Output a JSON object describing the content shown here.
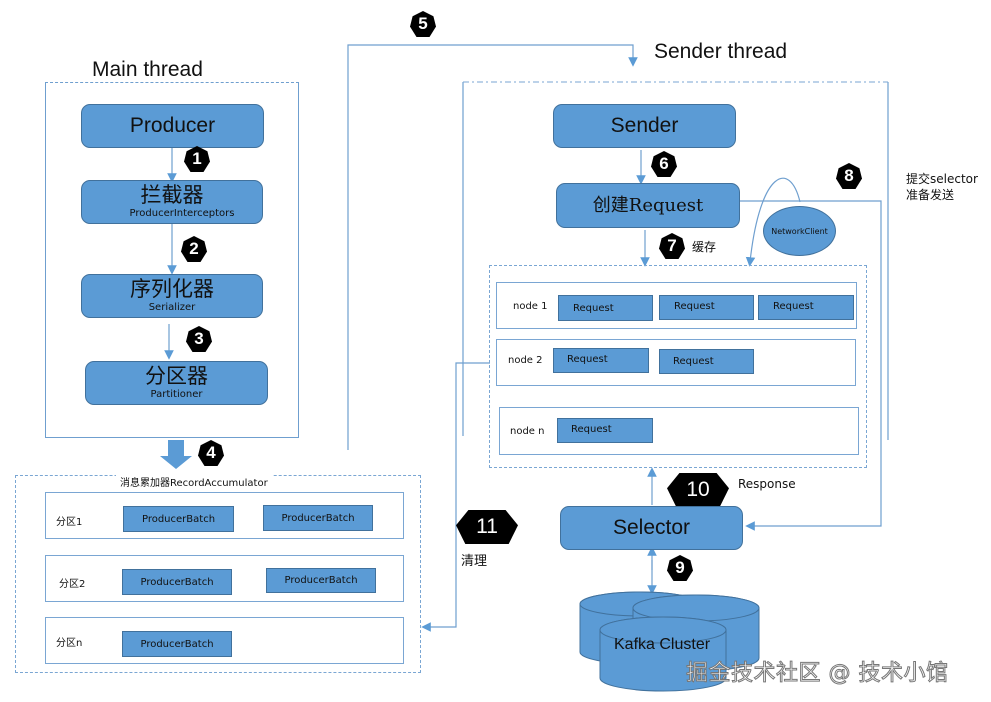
{
  "main_thread": {
    "title": "Main thread",
    "producer": "Producer",
    "interceptor": {
      "zh": "拦截器",
      "en": "ProducerInterceptors"
    },
    "serializer": {
      "zh": "序列化器",
      "en": "Serializer"
    },
    "partitioner": {
      "zh": "分区器",
      "en": "Partitioner"
    }
  },
  "accumulator": {
    "title": "消息累加器RecordAccumulator",
    "partitions": [
      {
        "label": "分区1",
        "batches": [
          "ProducerBatch",
          "ProducerBatch"
        ]
      },
      {
        "label": "分区2",
        "batches": [
          "ProducerBatch",
          "ProducerBatch"
        ]
      },
      {
        "label": "分区n",
        "batches": [
          "ProducerBatch"
        ]
      }
    ]
  },
  "sender_thread": {
    "title": "Sender thread",
    "sender": "Sender",
    "create_request": "创建Request",
    "network_client": "NetworkClient",
    "cache_label": "缓存",
    "submit_label_line1": "提交selector",
    "submit_label_line2": "准备发送",
    "nodes": [
      {
        "label": "node 1",
        "requests": [
          "Request",
          "Request",
          "Request"
        ]
      },
      {
        "label": "node 2",
        "requests": [
          "Request",
          "Request"
        ]
      },
      {
        "label": "node n",
        "requests": [
          "Request"
        ]
      }
    ],
    "selector": "Selector",
    "response_label": "Response",
    "cleanup_label": "清理",
    "cluster": "Kafka Cluster"
  },
  "steps": [
    "1",
    "2",
    "3",
    "4",
    "5",
    "6",
    "7",
    "8",
    "9",
    "10",
    "11"
  ],
  "watermark": "掘金技术社区 @ 技术小馆",
  "colors": {
    "box_fill": "#5b9bd5",
    "box_border": "#41719c",
    "line": "#6f9fcf",
    "badge": "#000000"
  }
}
